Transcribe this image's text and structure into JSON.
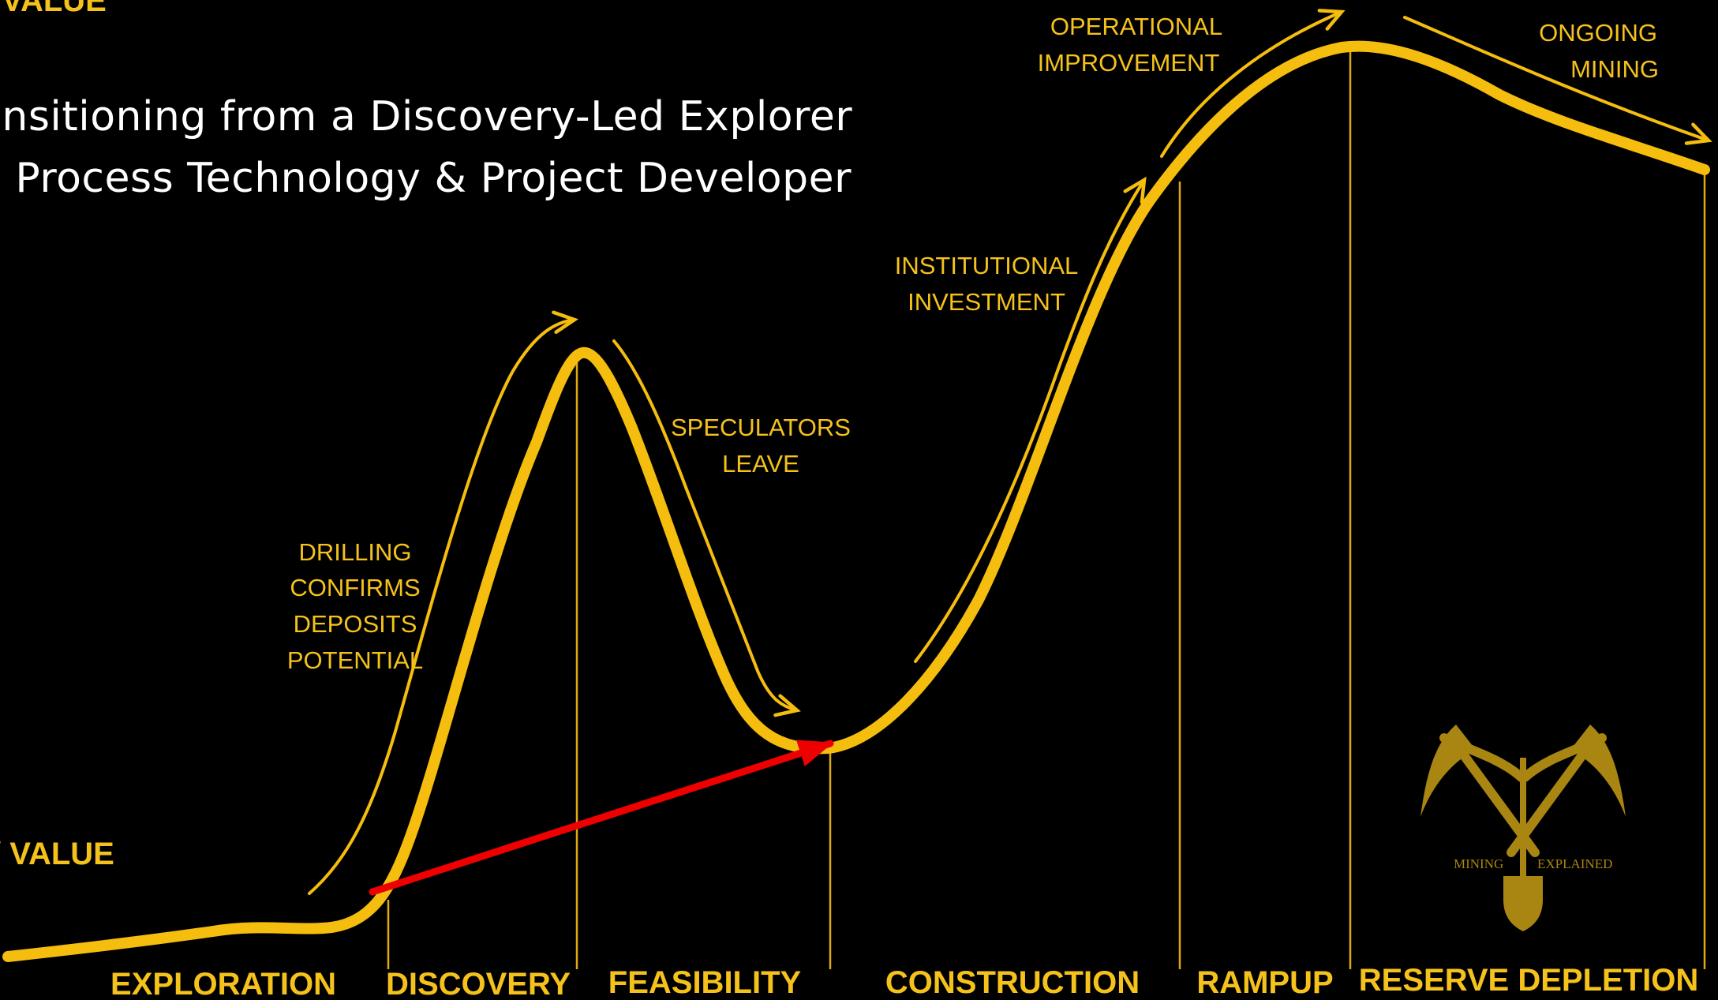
{
  "title": {
    "line1": "ansitioning from a Discovery-Led Explorer",
    "line2": " a Process Technology & Project Developer"
  },
  "axis": {
    "high_value": "I VALUE",
    "low_value": "/ VALUE"
  },
  "annotations": {
    "drilling": [
      "DRILLING",
      "CONFIRMS",
      "DEPOSITS",
      "POTENTIAL"
    ],
    "speculators": [
      "SPECULATORS",
      "LEAVE"
    ],
    "institutional": [
      "INSTITUTIONAL",
      "INVESTMENT"
    ],
    "operational": [
      "OPERATIONAL",
      "IMPROVEMENT"
    ],
    "ongoing": [
      "ONGOING",
      "MINING"
    ]
  },
  "stages": [
    "EXPLORATION",
    "DISCOVERY",
    "FEASIBILITY",
    "CONSTRUCTION",
    "RAMPUP",
    "RESERVE DEPLETION"
  ],
  "logo": {
    "left": "MINING",
    "right": "EXPLAINED",
    "icon": "crossed-pickaxes-shovel-icon"
  },
  "colors": {
    "background": "#000000",
    "curve": "#f5bd0e",
    "text": "#f5c21b",
    "highlight_arrow": "#ee0000"
  }
}
